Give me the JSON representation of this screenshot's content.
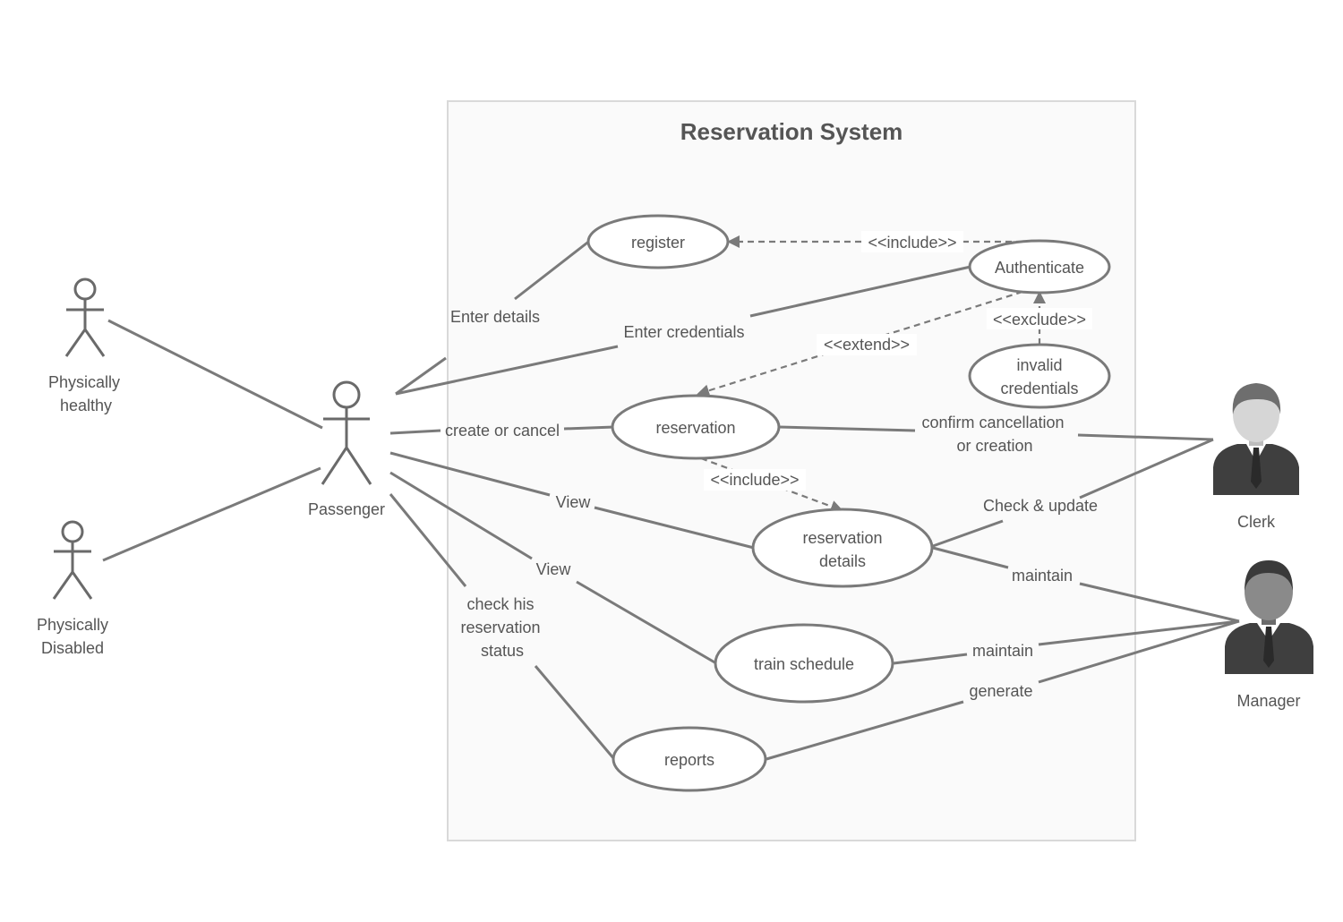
{
  "system": {
    "title": "Reservation System"
  },
  "actors": {
    "physically_healthy": [
      "Physically",
      "healthy"
    ],
    "physically_disabled": [
      "Physically",
      "Disabled"
    ],
    "passenger": "Passenger",
    "clerk": "Clerk",
    "manager": "Manager"
  },
  "use_cases": {
    "register": "register",
    "authenticate": "Authenticate",
    "invalid_credentials": [
      "invalid",
      "credentials"
    ],
    "reservation": "reservation",
    "reservation_details": [
      "reservation",
      "details"
    ],
    "train_schedule": "train schedule",
    "reports": "reports"
  },
  "relations": {
    "include_register": "<<include>>",
    "exclude": "<<exclude>>",
    "extend": "<<extend>>",
    "include_details": "<<include>>"
  },
  "association_labels": {
    "enter_details": "Enter details",
    "enter_credentials": "Enter credentials",
    "create_or_cancel": "create or cancel",
    "view_details": "View",
    "view_schedule": "View",
    "check_status": [
      "check his",
      "reservation",
      "status"
    ],
    "confirm": [
      "confirm cancellation",
      "or creation"
    ],
    "check_update": "Check & update",
    "maintain_details": "maintain",
    "maintain_schedule": "maintain",
    "generate": "generate"
  },
  "colors": {
    "line": "#7a7a7a",
    "text": "#555555",
    "system_fill": "#fafafa",
    "system_border": "#d9d9d9",
    "suit": "#3f3f3f",
    "skin": "#d6d6d6"
  }
}
